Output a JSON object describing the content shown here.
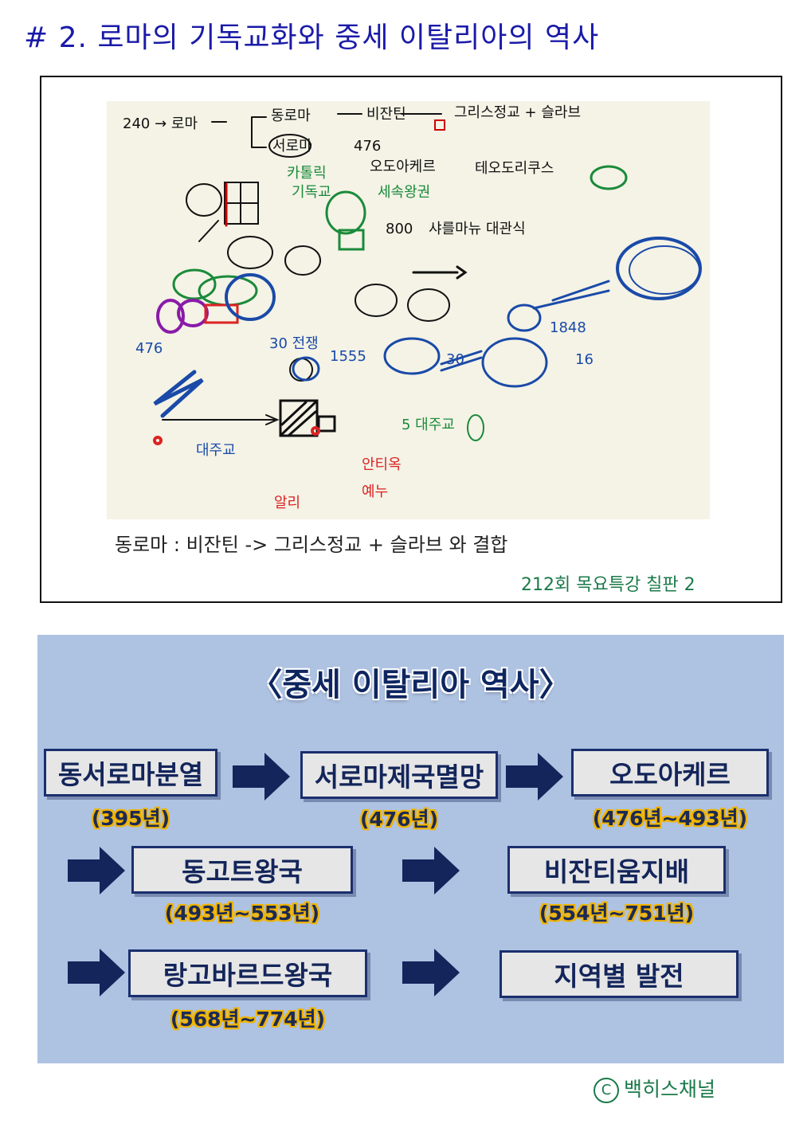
{
  "heading": "# 2.  로마의 기독교화와 중세 이탈리아의 역사",
  "whiteboard": {
    "notes": [
      "240 → 로마",
      "동로마",
      "비잔틴",
      "그리스정교 + 슬라브",
      "서로마",
      "476",
      "오도아케르",
      "테오도리쿠스",
      "카톨릭",
      "기독교",
      "세속왕권",
      "800",
      "샤를마뉴 대관식",
      "476",
      "30 전쟁",
      "1555",
      "30",
      "1848",
      "16",
      "5 대주교",
      "대주교",
      "안티옥",
      "예누",
      "알리"
    ],
    "caption": "동로마 :  비잔틴 ->  그리스정교 + 슬라브 와 결합",
    "source": "212회 목요특강 칠판 2"
  },
  "slide": {
    "title": "〈중세 이탈리아 역사〉",
    "steps": [
      {
        "label": "동서로마분열",
        "year": "(395년)"
      },
      {
        "label": "서로마제국멸망",
        "year": "(476년)"
      },
      {
        "label": "오도아케르",
        "year": "(476년~493년)"
      },
      {
        "label": "동고트왕국",
        "year": "(493년~553년)"
      },
      {
        "label": "비잔티움지배",
        "year": "(554년~751년)"
      },
      {
        "label": "랑고바르드왕국",
        "year": "(568년~774년)"
      },
      {
        "label": "지역별 발전",
        "year": ""
      }
    ]
  },
  "copyright": {
    "icon": "copyright-icon",
    "text": "백히스채널"
  },
  "colors": {
    "heading": "#1a1aa8",
    "slide_bg": "#aec2e2",
    "box_border": "#1a2f6e",
    "year_fill": "#f0b400",
    "source_green": "#1b7a4a"
  }
}
